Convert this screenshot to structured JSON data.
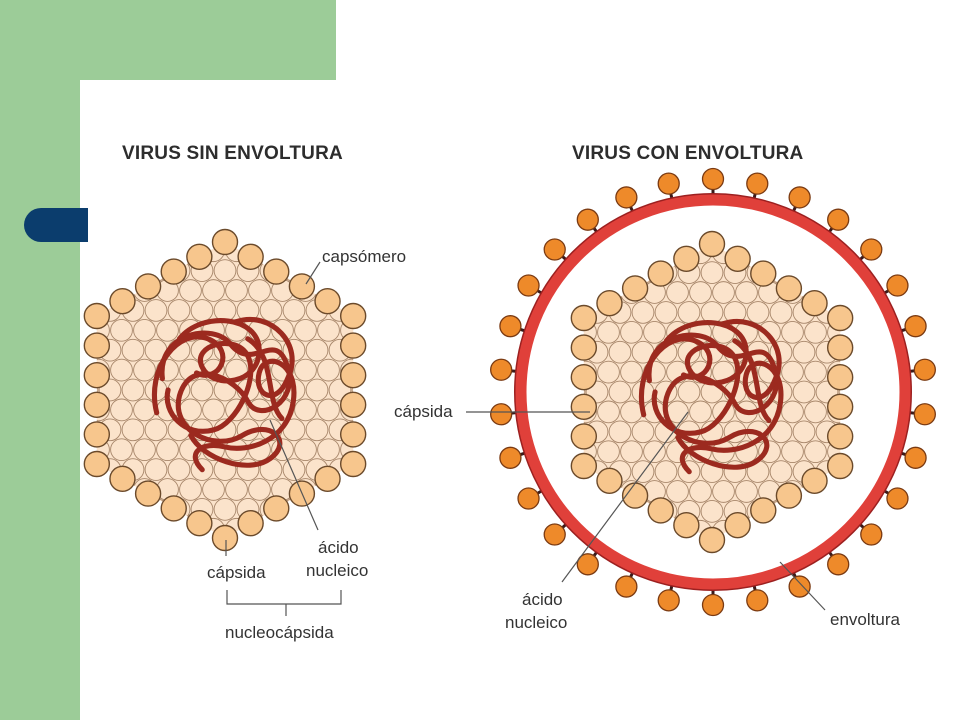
{
  "left_virus": {
    "title": "VIRUS SIN ENVOLTURA",
    "labels": {
      "capsomero": "capsómero",
      "acido": "ácido",
      "nucleico": "nucleico",
      "capsida": "cápsida",
      "nucleocapsida": "nucleocápsida"
    }
  },
  "right_virus": {
    "title": "VIRUS CON ENVOLTURA",
    "labels": {
      "capsida": "cápsida",
      "acido": "ácido",
      "nucleico": "nucleico",
      "envoltura": "envoltura"
    }
  },
  "colors": {
    "capsomere_fill": "#f7c68d",
    "capsomere_inner": "#fbe3cb",
    "capsomere_stroke": "#6b4a2b",
    "dna": "#9c2a1f",
    "envelope": "#e0403a",
    "spike": "#ee8a2a",
    "slide_green": "#9ccc98",
    "slide_blue": "#0b3d6d"
  }
}
